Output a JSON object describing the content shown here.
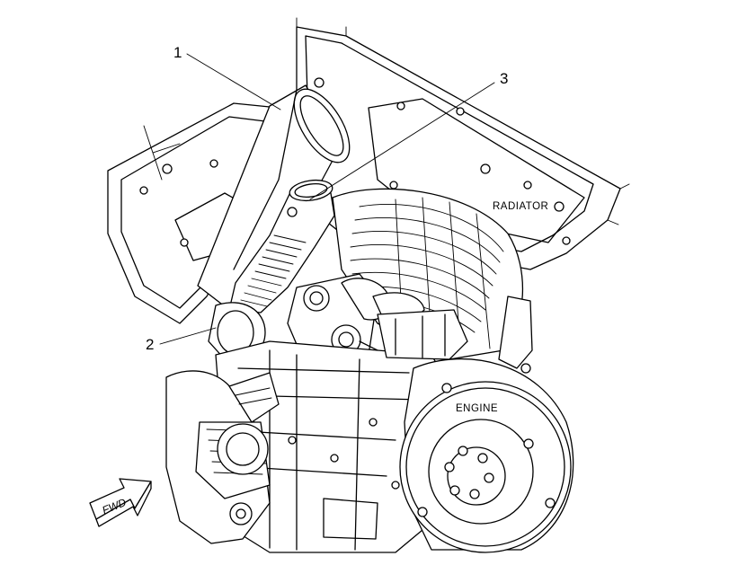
{
  "diagram": {
    "callouts": [
      {
        "id": "1",
        "label": "1"
      },
      {
        "id": "2",
        "label": "2"
      },
      {
        "id": "3",
        "label": "3"
      }
    ],
    "labels": {
      "radiator": "RADIATOR",
      "engine": "ENGINE",
      "forward_arrow": "FWD"
    }
  }
}
